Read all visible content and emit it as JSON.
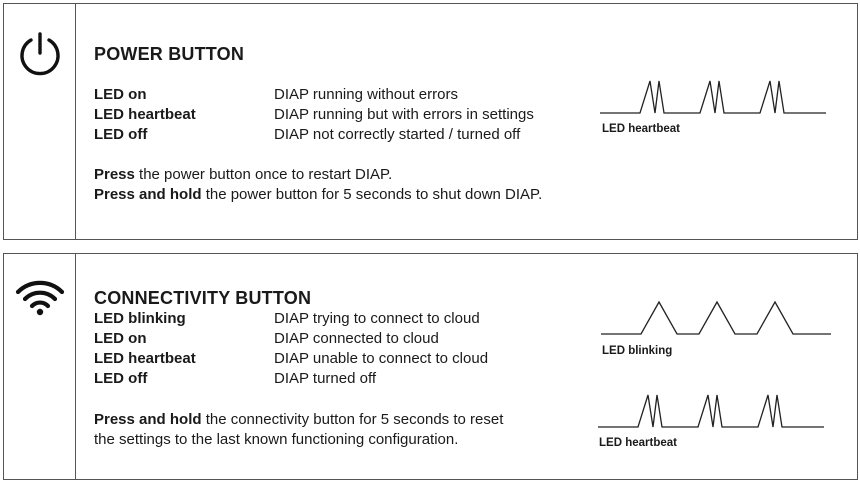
{
  "power": {
    "icon": "power-icon",
    "title": "POWER BUTTON",
    "rows": [
      {
        "label": "LED on",
        "desc": "DIAP running without errors"
      },
      {
        "label": "LED heartbeat",
        "desc": "DIAP running but with errors in settings"
      },
      {
        "label": "LED off",
        "desc": "DIAP not correctly started / turned off"
      }
    ],
    "notes": [
      {
        "bold": "Press",
        "text": " the power button once to restart DIAP."
      },
      {
        "bold": "Press and hold",
        "text": " the power button for 5 seconds to shut down DIAP."
      }
    ],
    "wave_label": "LED heartbeat"
  },
  "connectivity": {
    "icon": "wifi-icon",
    "title": "CONNECTIVITY BUTTON",
    "rows": [
      {
        "label": "LED blinking",
        "desc": "DIAP trying to connect to cloud"
      },
      {
        "label": "LED on",
        "desc": "DIAP connected to cloud"
      },
      {
        "label": "LED heartbeat",
        "desc": "DIAP unable to connect to cloud"
      },
      {
        "label": "LED off",
        "desc": "DIAP turned off"
      }
    ],
    "note_bold": "Press and hold",
    "note_line1": " the connectivity button for 5 seconds to reset",
    "note_line2": "the settings to the last known functioning configuration.",
    "wave_label_blinking": "LED blinking",
    "wave_label_heartbeat": "LED heartbeat"
  }
}
